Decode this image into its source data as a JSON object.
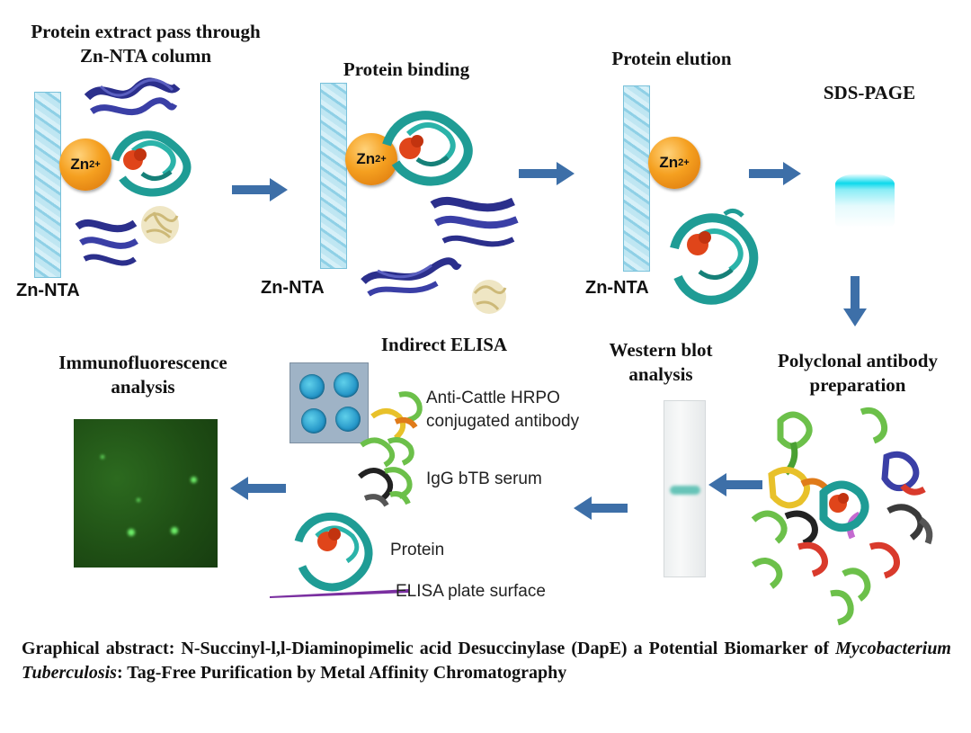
{
  "steps": {
    "extract_title": "Protein extract pass through Zn-NTA column",
    "binding_title": "Protein binding",
    "elution_title": "Protein elution",
    "sds_title": "SDS-PAGE",
    "polyclonal_title": "Polyclonal antibody preparation",
    "western_title": "Western blot analysis",
    "elisa_title": "Indirect ELISA",
    "immuno_title": "Immunofluorescence analysis"
  },
  "column_label": "Zn-NTA",
  "zinc_label": "Zn",
  "zinc_charge": "2+",
  "elisa_labels": {
    "antibody": "Anti-Cattle HRPO conjugated antibody",
    "serum": "IgG bTB serum",
    "protein": "Protein",
    "surface": "ELISA plate surface"
  },
  "caption": {
    "part1": "Graphical abstract: N-Succinyl-l,l-Diaminopimelic acid Desuccinylase (DapE) a Potential Biomarker of ",
    "italic": "Mycobacterium Tuberculosis",
    "part2": ": Tag-Free Purification by Metal Affinity Chromatography"
  },
  "icons": [
    "arrow-right-icon",
    "arrow-down-icon",
    "arrow-left-icon",
    "protein-structure-icon",
    "zinc-ion-icon",
    "resin-column-icon"
  ],
  "colors": {
    "arrow": "#3d6fa8",
    "protein_teal": "#1f9c95",
    "protein_navy": "#2b2f8c",
    "ligand_orange": "#e0451a",
    "zinc_orange": "#f5a020",
    "column_blue": "#a8dcee",
    "gel_cyan": "#00d2e6",
    "wb_band": "#67c4b8",
    "if_green": "#1e4d14"
  }
}
